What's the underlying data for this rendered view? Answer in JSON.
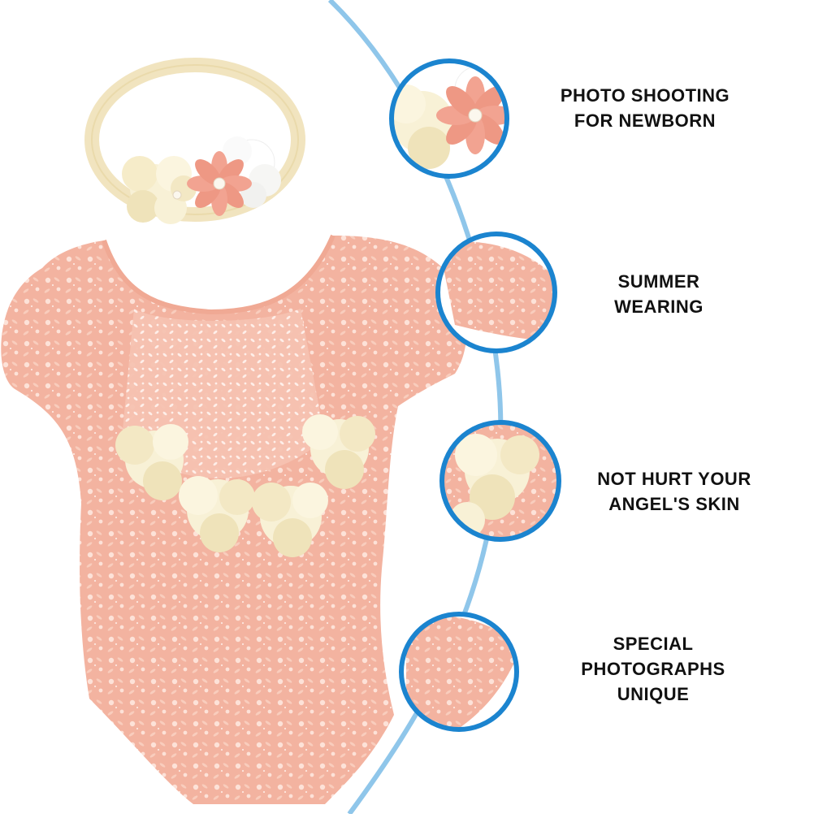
{
  "colors": {
    "background": "#ffffff",
    "arc": "#8fc6ea",
    "ring": "#1b84cf",
    "romper": "#f3b7a2",
    "romper_lace": "#fde2d8",
    "headband": "#f1e4bf",
    "cream_flower": "#f8f1d6",
    "pink_flower": "#f2a391",
    "pearl": "#fbf7ee",
    "text": "#111111"
  },
  "features": [
    {
      "icon": "headband-flower-closeup-icon",
      "lines": [
        "PHOTO SHOOTING",
        "FOR NEWBORN"
      ]
    },
    {
      "icon": "lace-sleeve-closeup-icon",
      "lines": [
        "SUMMER",
        "WEARING"
      ]
    },
    {
      "icon": "chiffon-flower-closeup-icon",
      "lines": [
        "NOT HURT YOUR",
        "ANGEL'S SKIN"
      ]
    },
    {
      "icon": "lace-leg-closeup-icon",
      "lines": [
        "SPECIAL",
        "PHOTOGRAPHS",
        "UNIQUE"
      ]
    }
  ]
}
